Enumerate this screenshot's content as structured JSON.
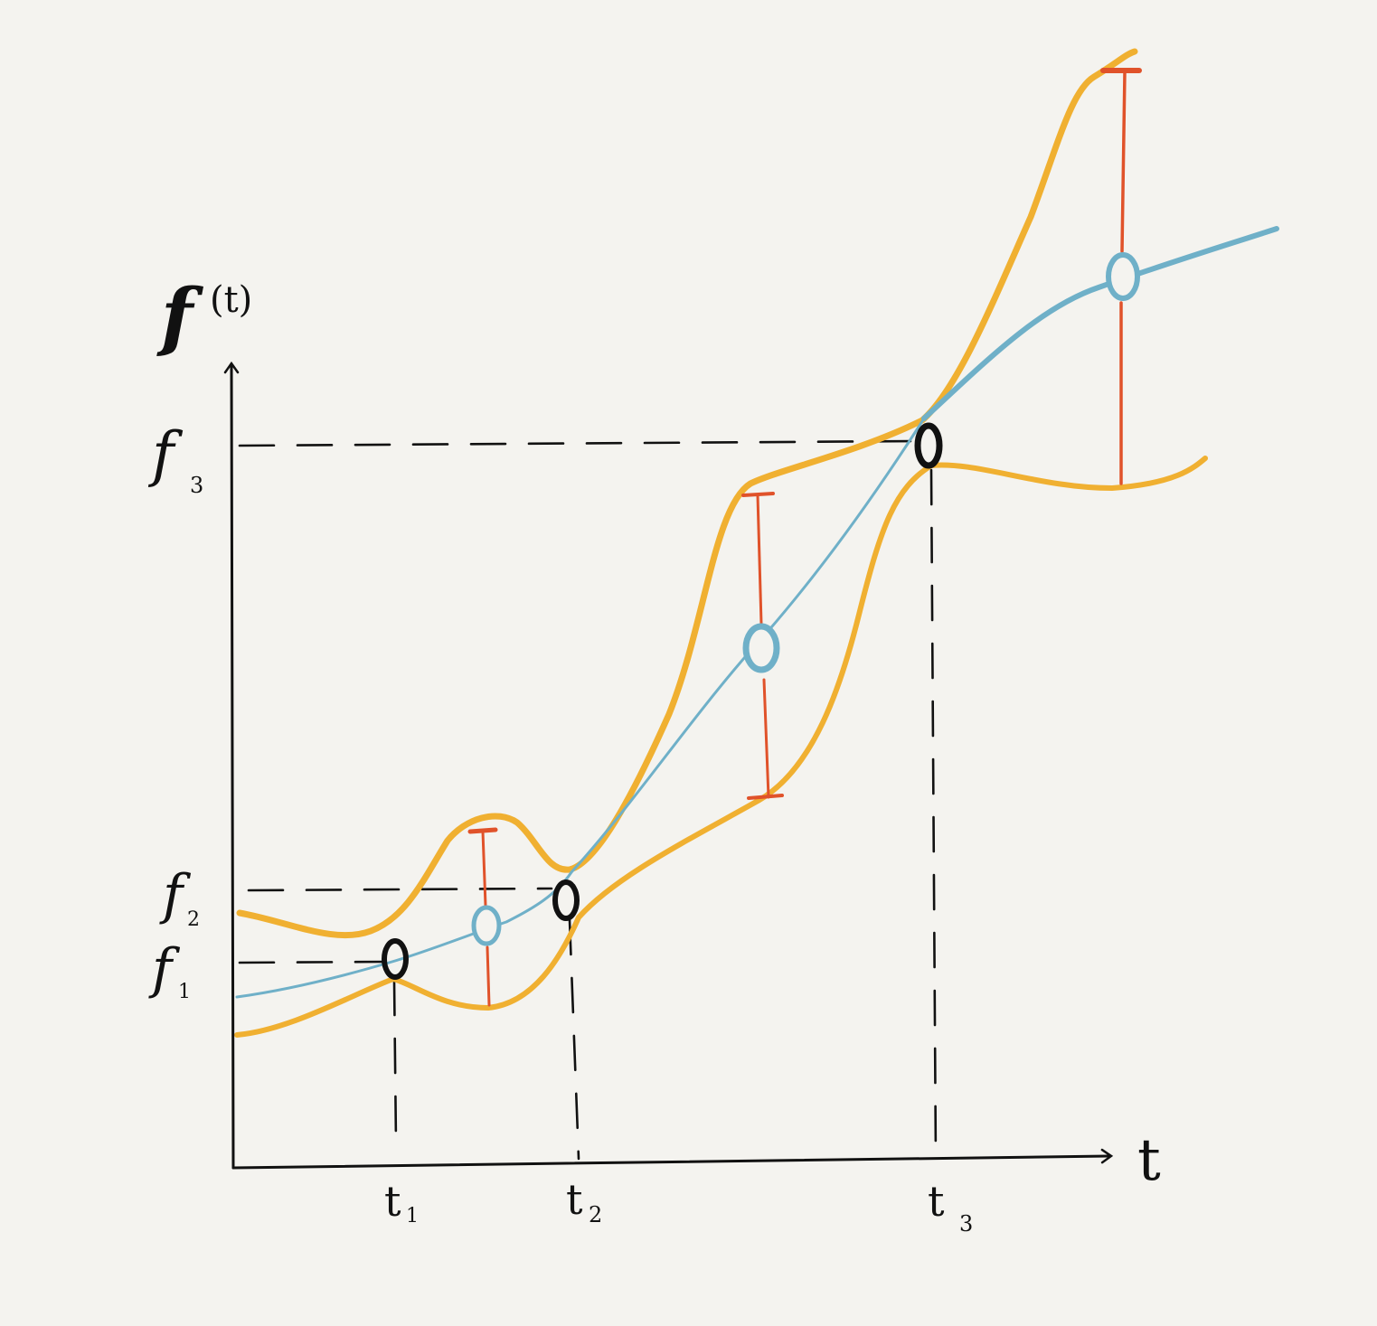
{
  "axes": {
    "y_label": "f",
    "y_label_arg": "(t)",
    "x_label": "t"
  },
  "ticks": {
    "t": [
      {
        "base": "t",
        "sub": "1"
      },
      {
        "base": "t",
        "sub": "2"
      },
      {
        "base": "t",
        "sub": "3"
      }
    ],
    "f": [
      {
        "base": "f",
        "sub": "1"
      },
      {
        "base": "f",
        "sub": "2"
      },
      {
        "base": "f",
        "sub": "3"
      }
    ]
  },
  "colors": {
    "background": "#f4f3ef",
    "ink": "#111111",
    "mean_line": "#6fb0c8",
    "confidence_band": "#f0b031",
    "uncertainty_bar": "#e0522a",
    "observation_marker": "#111111",
    "prediction_marker": "#6fb0c8"
  }
}
